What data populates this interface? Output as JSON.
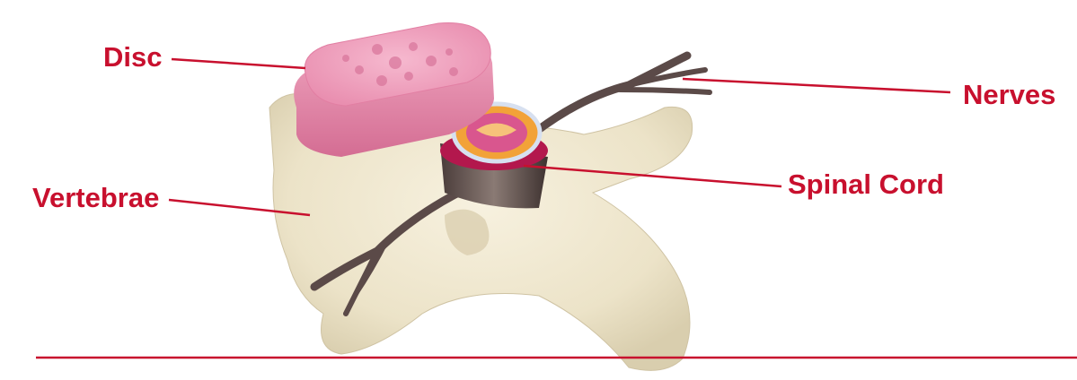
{
  "labels": {
    "disc": "Disc",
    "nerves": "Nerves",
    "vertebrae": "Vertebrae",
    "spinal_cord": "Spinal Cord"
  },
  "colors": {
    "label": "#c8102e",
    "leader_line": "#c8102e",
    "bone": "#efe8d2",
    "disc": "#e88aaa",
    "nerve": "#5b4a48",
    "cord_cross_section": "#d9568e"
  }
}
